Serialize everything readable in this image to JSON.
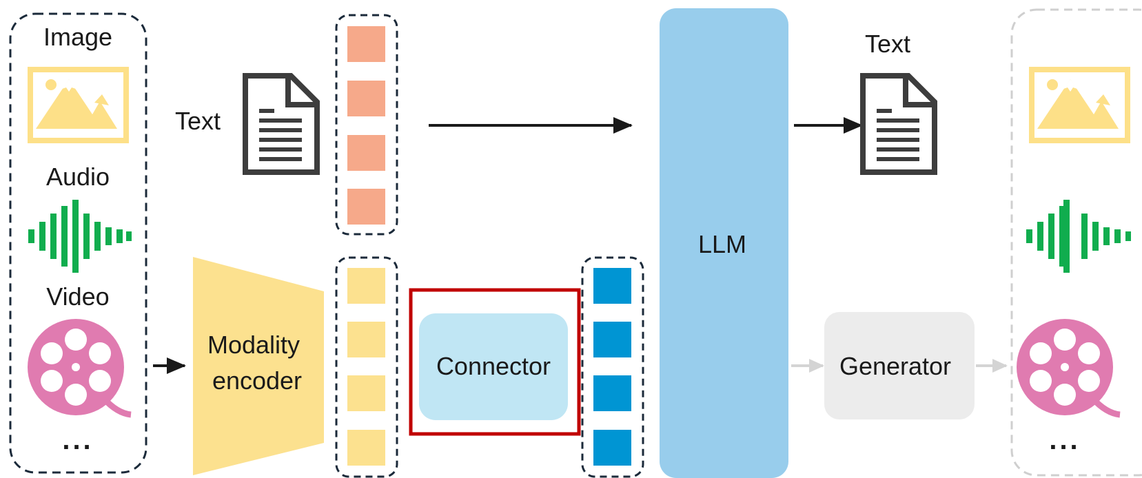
{
  "inputs": {
    "image_label": "Image",
    "audio_label": "Audio",
    "video_label": "Video",
    "more_label": "..."
  },
  "text_input_label": "Text",
  "text_output_label": "Text",
  "encoder_label": [
    "Modality",
    "encoder"
  ],
  "connector_label": "Connector",
  "llm_label": "LLM",
  "generator_label": "Generator",
  "outputs": {
    "more_label": "..."
  },
  "colors": {
    "text_tokens": "#f6a98a",
    "modality_tokens": "#fce18f",
    "connector_tokens": "#0095d3",
    "llm_block": "#98cdec",
    "connector_block": "#c0e6f4",
    "connector_highlight": "#c00000",
    "generator_block": "#ececec",
    "encoder_block": "#fce18f",
    "image_icon": "#fde088",
    "audio_icon": "#10ad4e",
    "video_icon": "#e07bb0",
    "doc_icon": "#3d3d3d",
    "arrow": "#1a1a1a",
    "faded_arrow": "#d4d4d4"
  }
}
